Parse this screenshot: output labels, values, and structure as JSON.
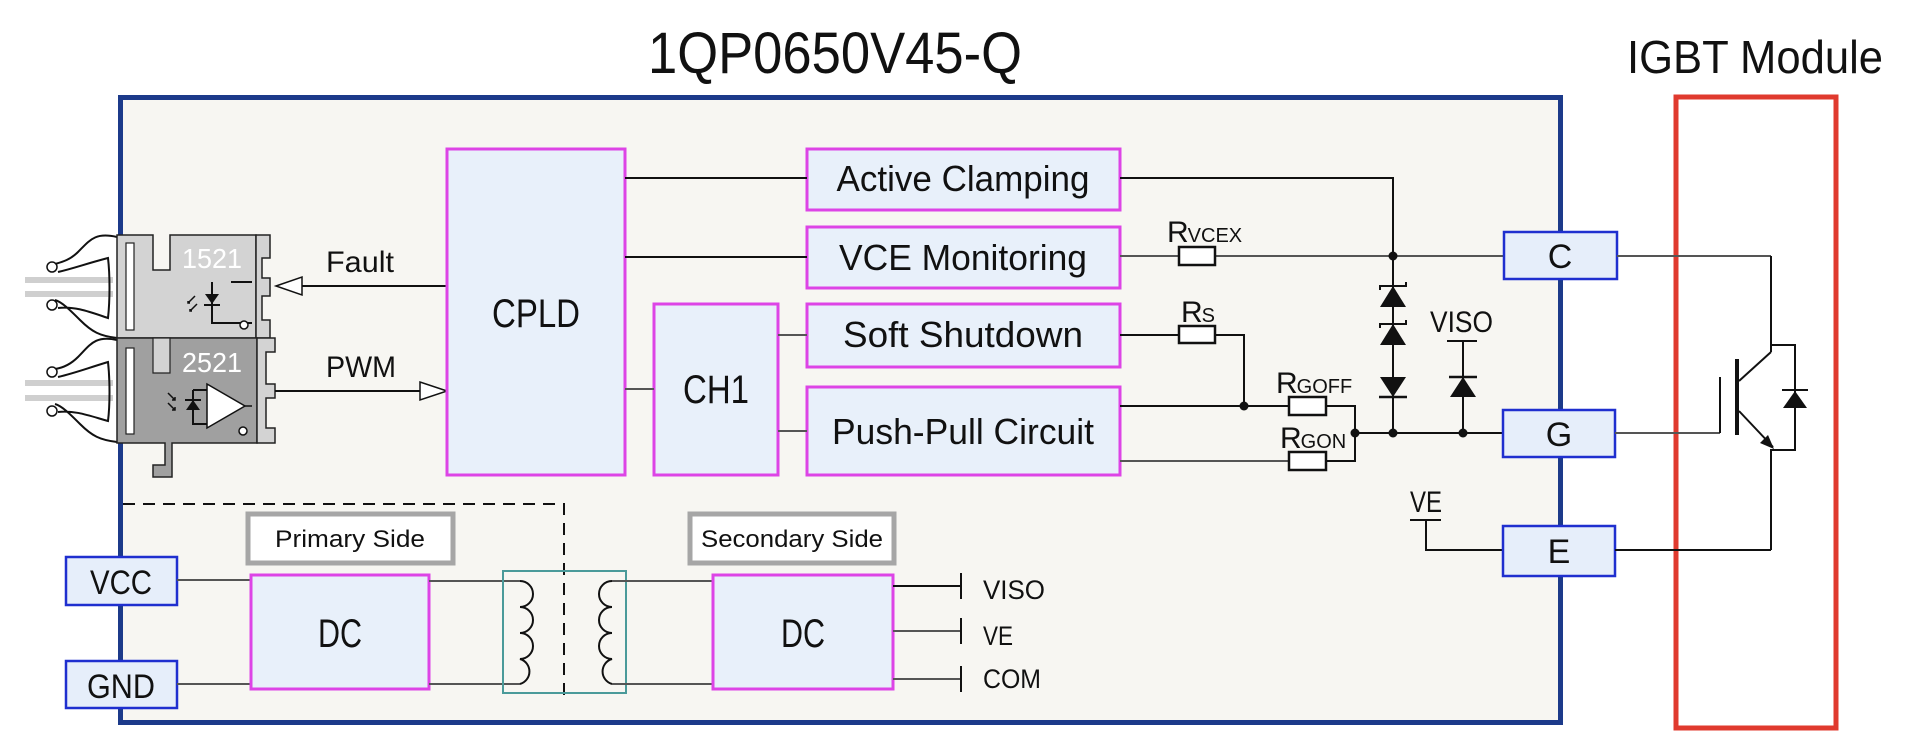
{
  "diagram": {
    "title": "1QP0650V45-Q",
    "igbt_module_title": "IGBT Module",
    "optocouplers": [
      {
        "part": "1521",
        "signal": "Fault",
        "direction": "to-optocoupler"
      },
      {
        "part": "2521",
        "signal": "PWM",
        "direction": "to-cpld"
      }
    ],
    "blocks": {
      "cpld": "CPLD",
      "ch1": "CH1",
      "active_clamping": "Active Clamping",
      "vce_monitoring": "VCE Monitoring",
      "soft_shutdown": "Soft Shutdown",
      "push_pull": "Push-Pull Circuit"
    },
    "resistors": {
      "rvcex": {
        "main": "R",
        "sub": "VCEX"
      },
      "rs": {
        "main": "R",
        "sub": "S"
      },
      "rgoff": {
        "main": "R",
        "sub": "GOFF"
      },
      "rgon": {
        "main": "R",
        "sub": "GON"
      }
    },
    "pins": {
      "c": "C",
      "g": "G",
      "e": "E",
      "vcc": "VCC",
      "gnd": "GND"
    },
    "rails": {
      "viso_label": "VISO",
      "ve_label": "VE"
    },
    "power": {
      "primary_label": "Primary Side",
      "secondary_label": "Secondary Side",
      "primary_dc": "DC",
      "secondary_dc": "DC",
      "outputs": [
        "VISO",
        "VE",
        "COM"
      ]
    },
    "colors": {
      "driver_border": "#1c3a8a",
      "driver_fill": "#f7f6f2",
      "igbt_border": "#e03a2e",
      "block_border": "#dd44e6",
      "block_fill": "#e8f0fa",
      "pin_border": "#1f2fcf",
      "transformer_border": "#4a9a9a"
    }
  }
}
